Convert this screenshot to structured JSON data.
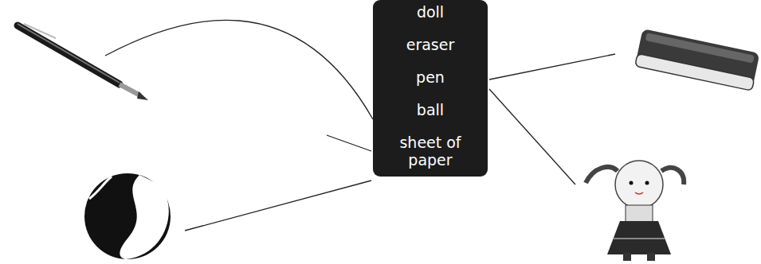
{
  "diagram": {
    "nodes": [
      {
        "text": [
          "doll",
          "eraser",
          "pen",
          "ball",
          "sheet of paper"
        ]
      }
    ]
  }
}
